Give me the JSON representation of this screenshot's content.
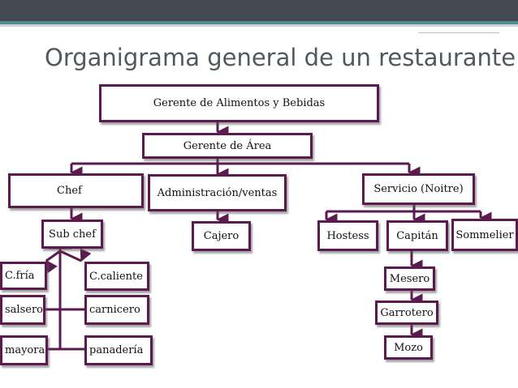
{
  "title": "Organigrama general de un restaurante",
  "nodes": {
    "gerente_alimentos": "Gerente de Alimentos y Bebidas",
    "gerente_area": "Gerente de Área",
    "chef": "Chef",
    "administracion": "Administración/ventas",
    "servicio": "Servicio (Noitre)",
    "sub_chef": "Sub chef",
    "cajero": "Cajero",
    "hostess": "Hostess",
    "capitan": "Capitán",
    "sommelier": "Sommelier",
    "c_fria": "C.fría",
    "c_caliente": "C.caliente",
    "salsero": "salsero",
    "carnicero": "carnicero",
    "mayora": "mayora",
    "panaderia": "panadería",
    "mesero": "Mesero",
    "garrotero": "Garrotero",
    "mozo": "Mozo"
  },
  "colors": {
    "border": "#5c1b4e",
    "connector": "#5c1b4e",
    "title": "#4e5960",
    "topbar": "#434950",
    "accent": "#4e8c8f"
  }
}
